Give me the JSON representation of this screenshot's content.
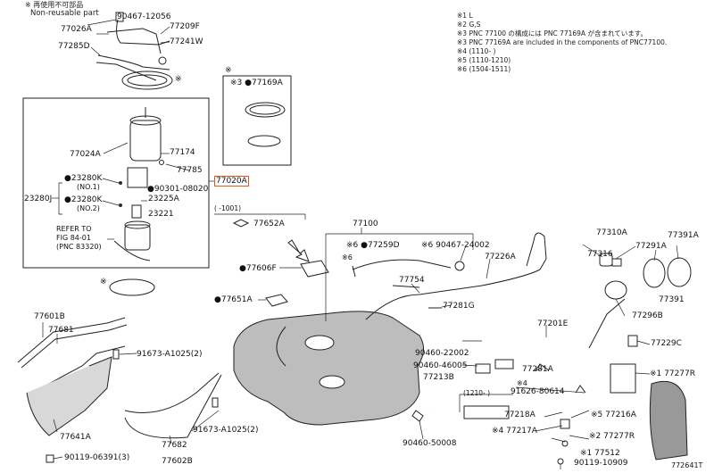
{
  "header": {
    "line1": "※ 再使用不可部品",
    "line2": "Non-reusable part"
  },
  "notes": [
    "※1 L",
    "※2 G,S",
    "※3 PNC 77100 の構成には PNC 77169A が含まれています。",
    "※3 PNC 77169A are included in the components of PNC77100.",
    "※4 (1110-        )",
    "※5 (1110-1210)",
    "※6 (1504-1511)"
  ],
  "labels": {
    "p90467_12056": "90467-12056",
    "p77026A": "77026A",
    "p77209F": "77209F",
    "p77285D": "77285D",
    "p77241W": "77241W",
    "mark_ring": "※",
    "mark_77169A_box": "※",
    "p77169A": "※3 ●77169A",
    "p77024A": "77024A",
    "p77174": "77174",
    "p77785": "77785",
    "p77020A": "77020A",
    "p23280K_1": "●23280K",
    "no1": "(NO.1)",
    "p90301": "●90301-08020",
    "p23280J": "23280J",
    "p23225A": "23225A",
    "p23280K_2": "●23280K",
    "no2": "(NO.2)",
    "p23221": "23221",
    "refer1": "REFER TO",
    "refer2": "FIG 84-01",
    "refer3": "(PNC 83320)",
    "range1001": "(       -1001)",
    "p77652A": "77652A",
    "mark_gasket": "※",
    "p77606F": "●77606F",
    "p77651A": "●77651A",
    "p77100": "77100",
    "p77259D": "※6 ●77259D",
    "p90467_24002": "※6 90467-24002",
    "mark_77259": "※6",
    "p77226A": "77226A",
    "p77310A": "77310A",
    "p77291A": "77291A",
    "p77391A": "77391A",
    "p77316": "77316",
    "p77754": "77754",
    "p77391": "77391",
    "p77281G": "77281G",
    "p77296B": "77296B",
    "p77601B": "77601B",
    "p77681": "77681",
    "p91673_a": "91673-A1025(2)",
    "p77201E": "77201E",
    "p77229C": "77229C",
    "p90460_22002": "90460-22002",
    "p90460_46005": "90460-46005",
    "p77281A": "77281A",
    "p77277R_1": "※1 77277R",
    "p77213B": "77213B",
    "mark4": "※4",
    "p91626": "91626-80614",
    "range1210": "(1210-        )",
    "p77218A": "77218A",
    "p77216A": "※5 77216A",
    "p77641A": "77641A",
    "p91673_b": "91673-A1025(2)",
    "p77217A": "※4 77217A",
    "p77277R_2": "※2 77277R",
    "p77682": "77682",
    "p90460_50008": "90460-50008",
    "p77512": "※1 77512",
    "p90119_06391": "90119-06391(3)",
    "p77602B": "77602B",
    "p90119_10909": "90119-10909",
    "figure_id": "772641T"
  },
  "colors": {
    "highlight": "#e05a1a",
    "tank_fill": "#bdbdbd",
    "line": "#222222"
  }
}
